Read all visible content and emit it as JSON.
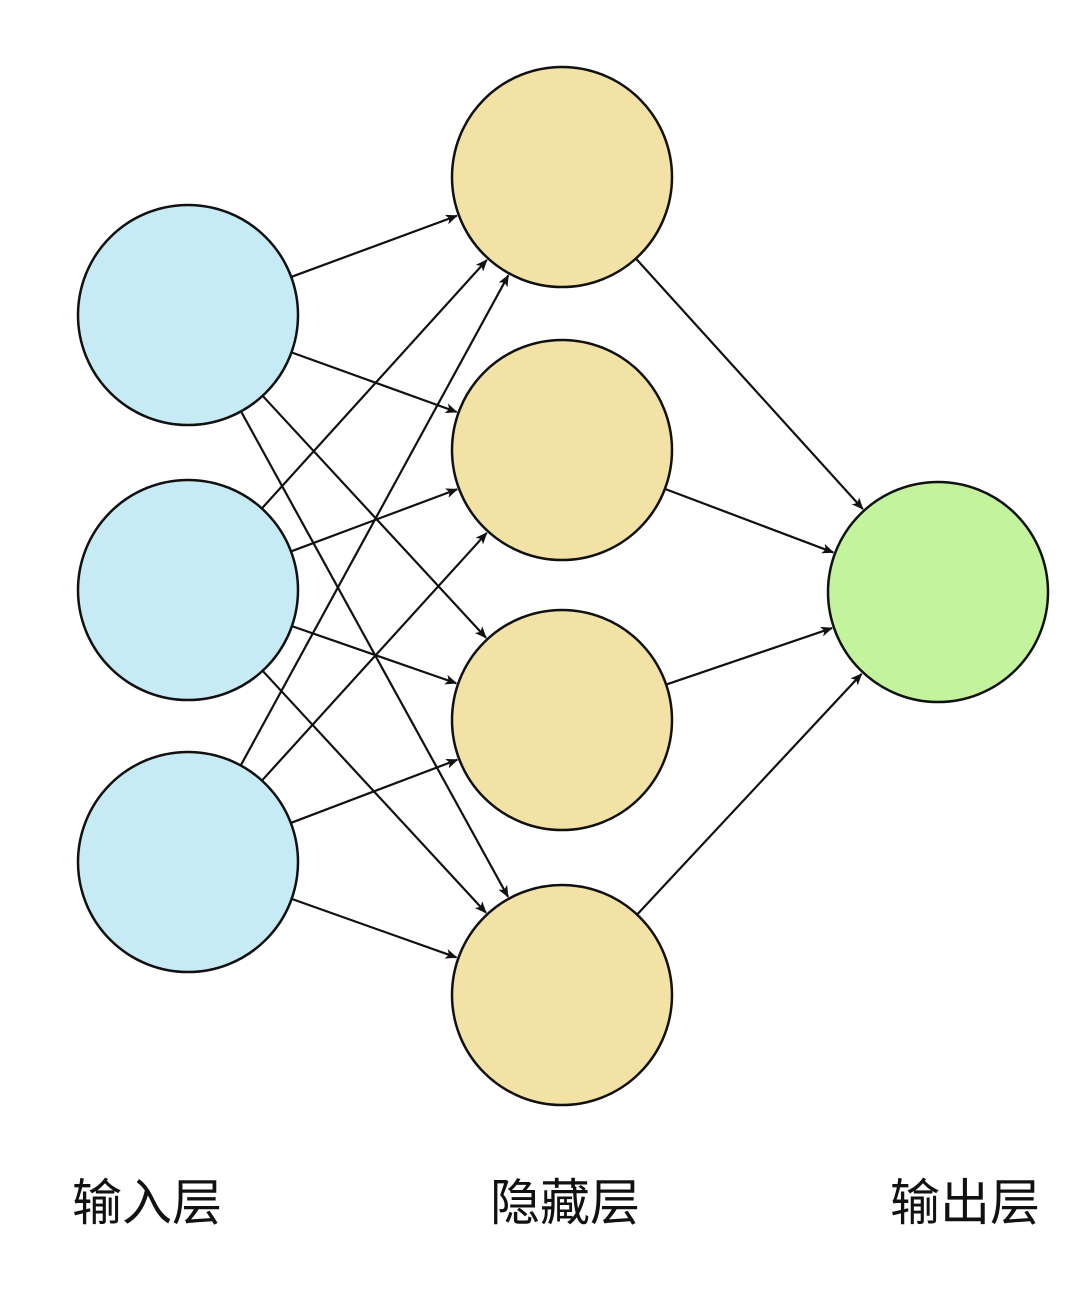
{
  "layers": {
    "input": {
      "label": "输入层",
      "color": "#c6ebf4",
      "count": 3
    },
    "hidden": {
      "label": "隐藏层",
      "color": "#f2e2a6",
      "count": 4
    },
    "output": {
      "label": "输出层",
      "color": "#c3f39c",
      "count": 1
    }
  },
  "connections": [
    [
      "input",
      "hidden"
    ],
    [
      "hidden",
      "output"
    ]
  ],
  "colors": {
    "stroke": "#111111",
    "background": "#ffffff"
  }
}
